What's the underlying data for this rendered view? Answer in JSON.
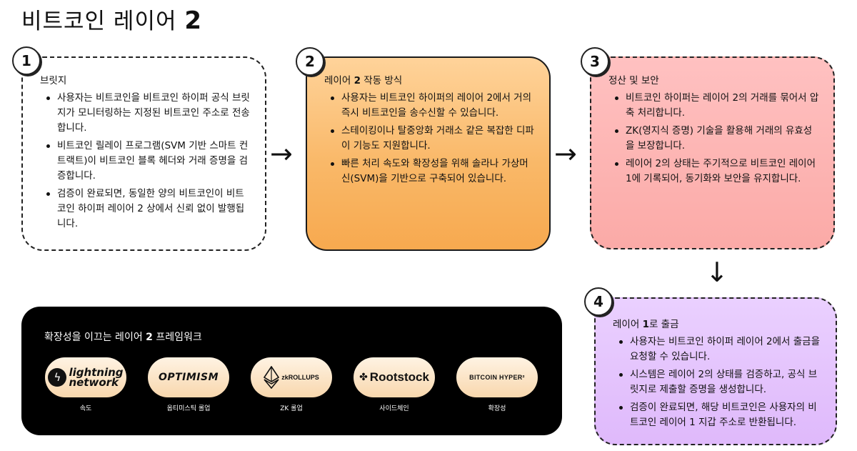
{
  "title": {
    "text": "비트코인 레이어",
    "number": "2"
  },
  "arrows": {
    "right": "→",
    "down": "↓"
  },
  "steps": [
    {
      "badge": "1",
      "title_pre": "브릿지",
      "title_num": "",
      "title_post": "",
      "bullets": [
        "사용자는 비트코인을 비트코인 하이퍼 공식 브릿지가 모니터링하는 지정된 비트코인 주소로 전송합니다.",
        "비트코인 릴레이 프로그램(SVM 기반 스마트 컨트랙트)이 비트코인 블록 헤더와 거래 증명을 검증합니다.",
        "검증이 완료되면, 동일한 양의 비트코인이 비트코인 하이퍼 레이어 2 상에서 신뢰 없이 발행됩니다."
      ]
    },
    {
      "badge": "2",
      "title_pre": "레이어 ",
      "title_num": "2",
      "title_post": " 작동 방식",
      "bullets": [
        "사용자는 비트코인 하이퍼의 레이어 2에서 거의 즉시 비트코인을 송수신할 수 있습니다.",
        "스테이킹이나 탈중앙화 거래소 같은 복잡한 디파이 기능도 지원합니다.",
        "빠른 처리 속도와 확장성을 위해 솔라나 가상머신(SVM)을 기반으로 구축되어 있습니다."
      ]
    },
    {
      "badge": "3",
      "title_pre": "정산 및 보안",
      "title_num": "",
      "title_post": "",
      "bullets": [
        "비트코인 하이퍼는 레이어 2의 거래를 묶어서 압축 처리합니다.",
        "ZK(영지식 증명) 기술을 활용해 거래의 유효성을 보장합니다.",
        "레이어 2의 상태는 주기적으로 비트코인 레이어 1에 기록되어, 동기화와 보안을 유지합니다."
      ]
    },
    {
      "badge": "4",
      "title_pre": "레이어 ",
      "title_num": "1",
      "title_post": "로 출금",
      "bullets": [
        "사용자는 비트코인 하이퍼 레이어 2에서 출금을 요청할 수 있습니다.",
        "시스템은 레이어 2의 상태를 검증하고, 공식 브릿지로 제출할 증명을 생성합니다.",
        "검증이 완료되면, 해당 비트코인은 사용자의 비트코인 레이어 1 지갑 주소로 반환됩니다."
      ]
    }
  ],
  "frameworks": {
    "title_pre": "확장성을 이끄는 레이어 ",
    "title_num": "2",
    "title_post": " 프레임워크",
    "items": [
      {
        "logo_line1": "lightning",
        "logo_line2": "network",
        "caption": "속도"
      },
      {
        "logo": "OPTIMISM",
        "caption": "옵티미스틱 롤업"
      },
      {
        "logo": "zkROLLUPS",
        "caption": "ZK 롤업"
      },
      {
        "logo": "Rootstock",
        "caption": "사이드체인"
      },
      {
        "logo": "BITCOIN HYPER²",
        "caption": "확장성"
      }
    ]
  }
}
